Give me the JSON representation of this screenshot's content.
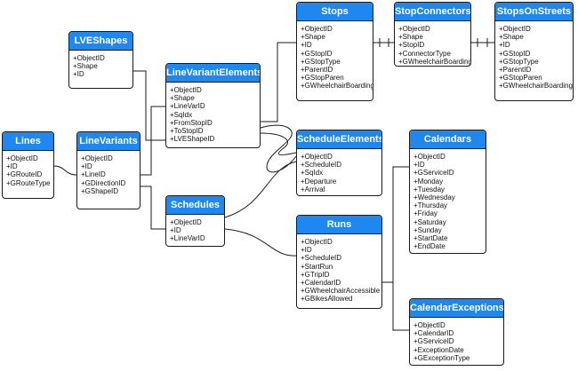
{
  "colors": {
    "header": "#1e88f0",
    "header_text": "#ffffff",
    "border": "#1a1a1a",
    "line": "#1a1a1a"
  },
  "entities": {
    "lveshapes": {
      "title": "LVEShapes",
      "fields": [
        "+ObjectID",
        "+Shape",
        "+ID"
      ]
    },
    "lines": {
      "title": "Lines",
      "fields": [
        "+ObjectID",
        "+ID",
        "+GRouteID",
        "+GRouteType"
      ]
    },
    "linevariants": {
      "title": "LineVariants",
      "fields": [
        "+ObjectID",
        "+ID",
        "+LineID",
        "+GDirectionID",
        "+GShapeID"
      ]
    },
    "linevariantelements": {
      "title": "LineVariantElements",
      "fields": [
        "+ObjectID",
        "+Shape",
        "+LineVarID",
        "+SqIdx",
        "+FromStopID",
        "+ToStopID",
        "+LVEShapeID"
      ]
    },
    "stops": {
      "title": "Stops",
      "fields": [
        "+ObjectID",
        "+Shape",
        "+ID",
        "+GStopID",
        "+GStopType",
        "+ParentID",
        "+GStopParen",
        "+GWheelchairBoarding"
      ]
    },
    "stopconnectors": {
      "title": "StopConnectors",
      "fields": [
        "+ObjectID",
        "+Shape",
        "+StopID",
        "+ConnectorType",
        "+GWheelchairBoarding"
      ]
    },
    "stopsonstreets": {
      "title": "StopsOnStreets",
      "fields": [
        "+ObjectID",
        "+Shape",
        "+ID",
        "+GStopID",
        "+GStopType",
        "+ParentID",
        "+GStopParen",
        "+GWheelchairBoarding"
      ]
    },
    "scheduleelements": {
      "title": "ScheduleElements",
      "fields": [
        "+ObjectID",
        "+ScheduleID",
        "+SqIdx",
        "+Departure",
        "+Arrival"
      ]
    },
    "schedules": {
      "title": "Schedules",
      "fields": [
        "+ObjectID",
        "+ID",
        "+LineVarID"
      ]
    },
    "runs": {
      "title": "Runs",
      "fields": [
        "+ObjectID",
        "+ID",
        "+ScheduleID",
        "+StartRun",
        "+GTripID",
        "+CalendarID",
        "+GWheelchairAccessible",
        "+GBikesAllowed"
      ]
    },
    "calendars": {
      "title": "Calendars",
      "fields": [
        "+ObjectID",
        "+ID",
        "+GServiceID",
        "+Monday",
        "+Tuesday",
        "+Wednesday",
        "+Thursday",
        "+Friday",
        "+Saturday",
        "+Sunday",
        "+StartDate",
        "+EndDate"
      ]
    },
    "calendarexceptions": {
      "title": "CalendarExceptions",
      "fields": [
        "+ObjectID",
        "+CalendarID",
        "+GServiceID",
        "+ExceptionDate",
        "+GExceptionType"
      ]
    }
  }
}
